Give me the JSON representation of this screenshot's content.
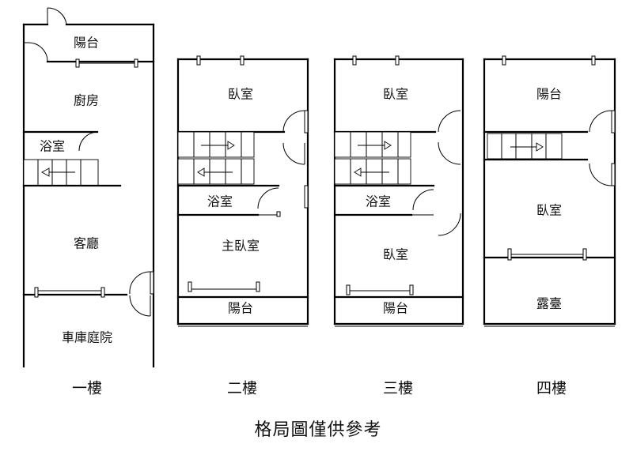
{
  "floor_1": {
    "name": "一樓",
    "rooms": {
      "balcony": "陽台",
      "kitchen": "廚房",
      "bathroom": "浴室",
      "living_room": "客廳",
      "garage_yard": "車庫庭院"
    }
  },
  "floor_2": {
    "name": "二樓",
    "rooms": {
      "bedroom": "臥室",
      "bathroom": "浴室",
      "master_bedroom": "主臥室",
      "balcony": "陽台"
    }
  },
  "floor_3": {
    "name": "三樓",
    "rooms": {
      "bedroom_top": "臥室",
      "bathroom": "浴室",
      "bedroom_bottom": "臥室",
      "balcony": "陽台"
    }
  },
  "floor_4": {
    "name": "四樓",
    "rooms": {
      "balcony": "陽台",
      "bedroom": "臥室",
      "terrace": "露臺"
    }
  },
  "caption": "格局圖僅供參考"
}
